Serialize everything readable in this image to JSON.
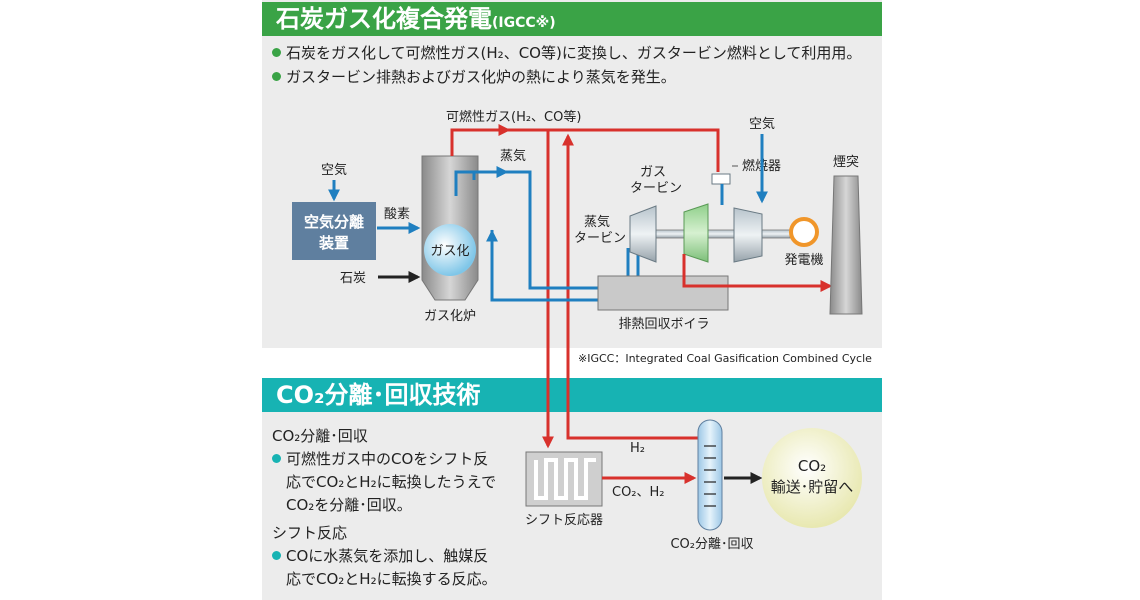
{
  "top_section": {
    "title": "石炭ガス化複合発電",
    "title_note": "(IGCC※)",
    "bullets": [
      "石炭をガス化して可燃性ガス(H₂、CO等)に変換し、ガスタービン燃料として利用用。",
      "ガスタービン排熱およびガス化炉の熱により蒸気を発生。"
    ],
    "footnote": "※IGCC：Integrated Coal Gasification Combined Cycle"
  },
  "diagram_labels": {
    "air_left": "空気",
    "air_separator_line1": "空気分離",
    "air_separator_line2": "装置",
    "oxygen": "酸素",
    "coal": "石炭",
    "gasifier_core": "ガス化",
    "gasifier": "ガス化炉",
    "steam": "蒸気",
    "combustible_gas": "可燃性ガス(H₂、CO等)",
    "gas_turbine_line1": "ガス",
    "gas_turbine_line2": "タービン",
    "steam_turbine_line1": "蒸気",
    "steam_turbine_line2": "タービン",
    "air_right": "空気",
    "combustor": "燃焼器",
    "stack": "煙突",
    "generator": "発電機",
    "hrsg": "排熱回収ボイラ"
  },
  "bottom_section": {
    "title": "CO₂分離･回収技術",
    "subhead1": "CO₂分離･回収",
    "bullet1_line1": "可燃性ガス中のCOをシフト反",
    "bullet1_line2": "応でCO₂とH₂に転換したうえで",
    "bullet1_line3": "CO₂を分離･回収。",
    "subhead2": "シフト反応",
    "bullet2_line1": "COに水蒸気を添加し、触媒反",
    "bullet2_line2": "応でCO₂とH₂に転換する反応。"
  },
  "bottom_diagram": {
    "h2": "H₂",
    "co2_h2": "CO₂、H₂",
    "shift_reactor": "シフト反応器",
    "co2_separation": "CO₂分離･回収",
    "co2_circle_line1": "CO₂",
    "co2_circle_line2": "輸送･貯留へ"
  },
  "colors": {
    "header_green": "#3aa346",
    "header_teal": "#17b3b3",
    "gas_red": "#d8312c",
    "steam_blue": "#1f7fc0"
  }
}
